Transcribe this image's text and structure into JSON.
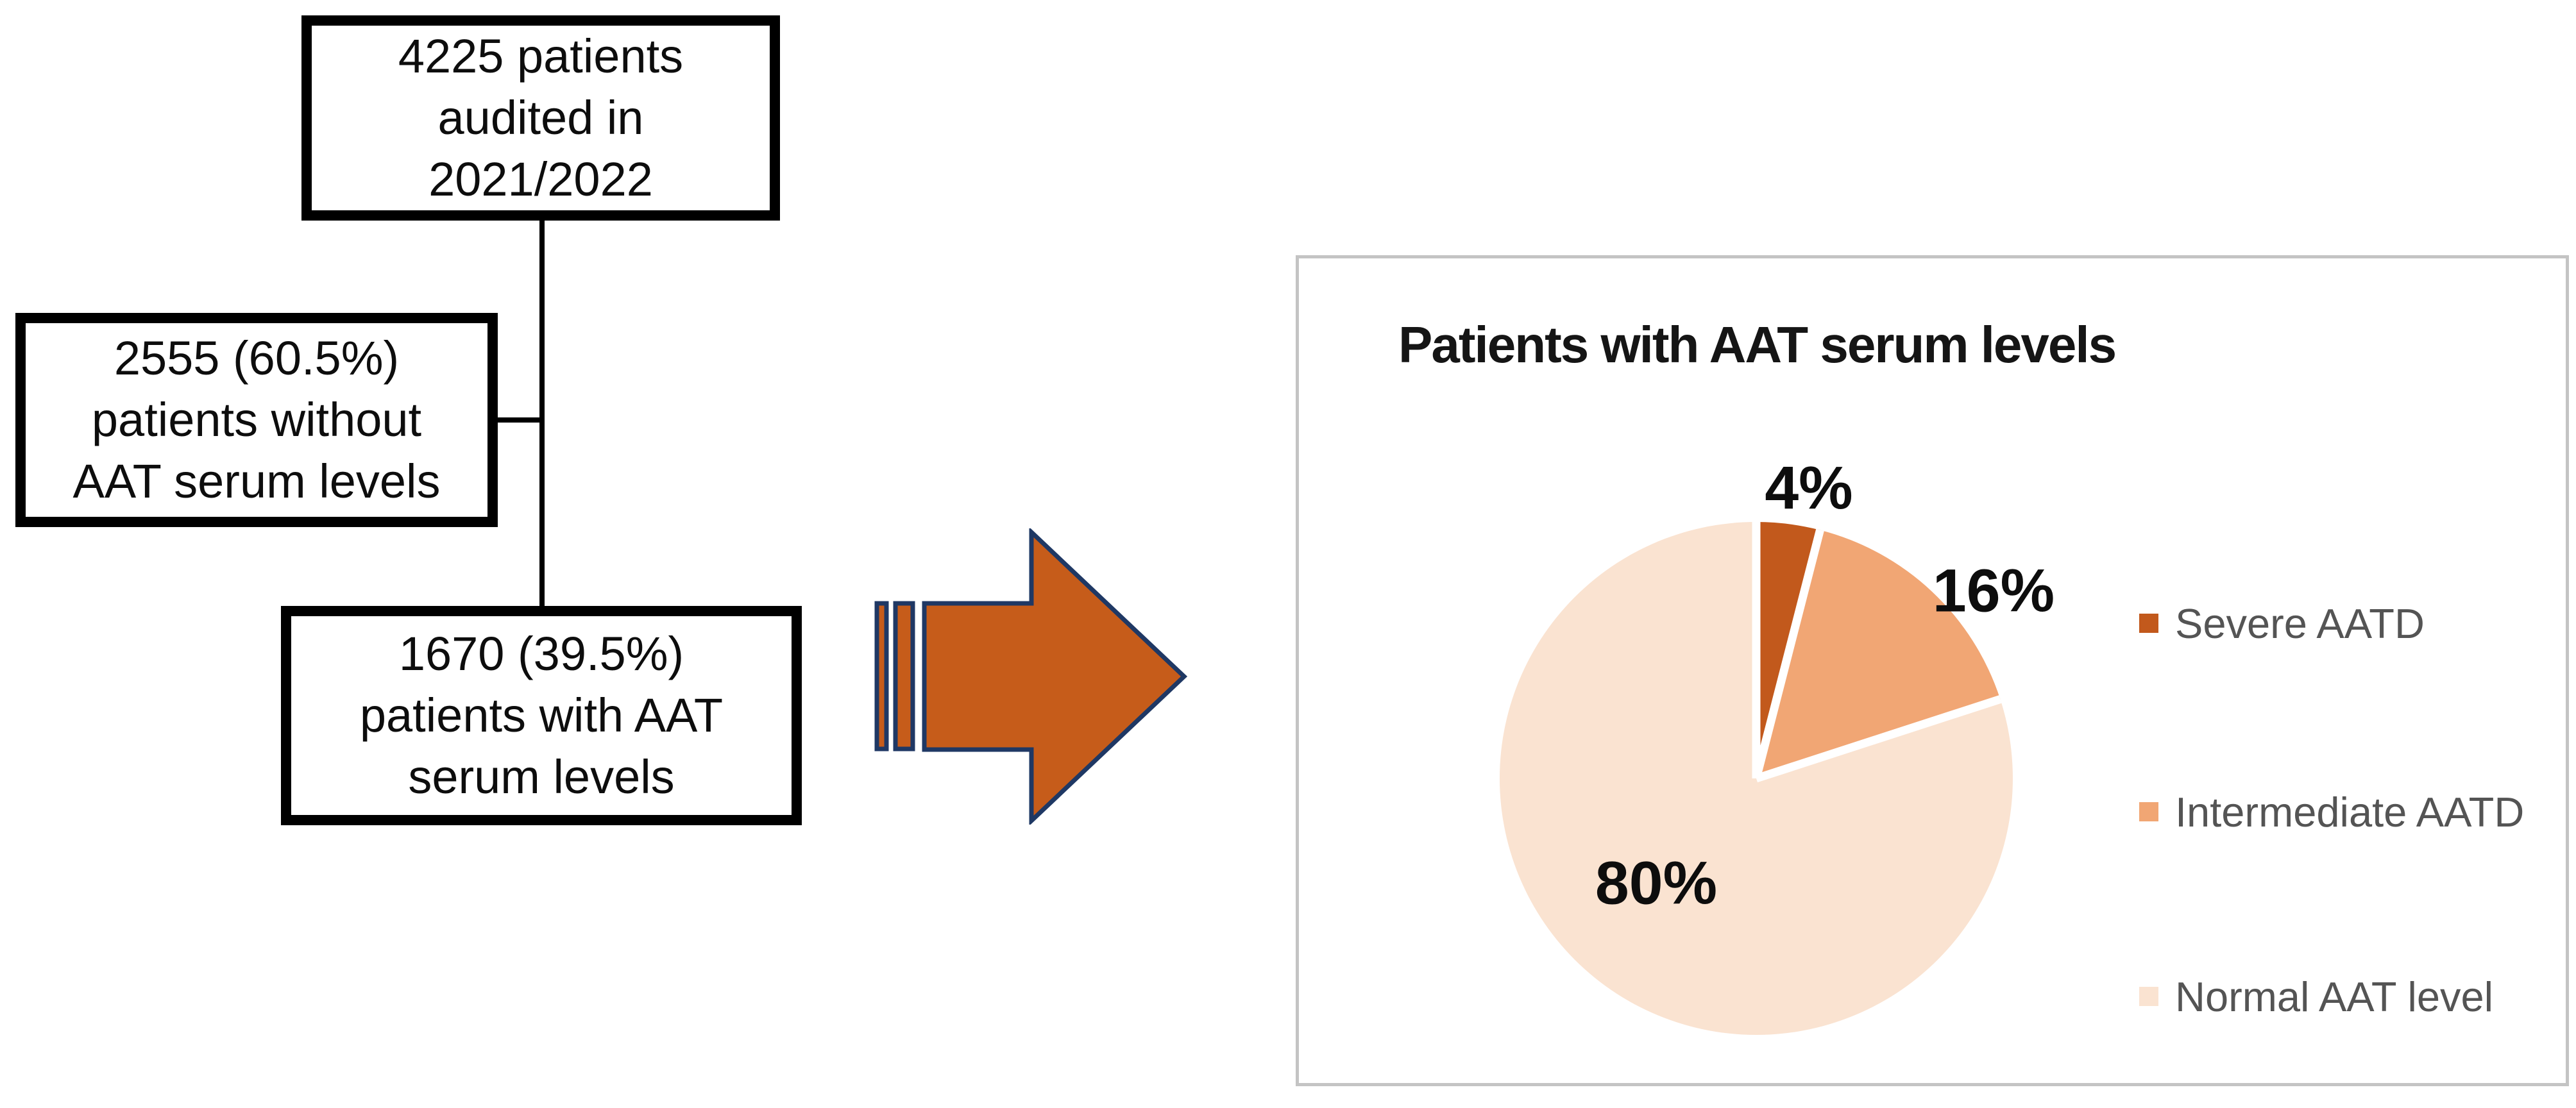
{
  "flowchart": {
    "box_audited": {
      "line1": "4225 patients",
      "line2": "audited in",
      "line3": "2021/2022"
    },
    "box_without": {
      "line1": "2555 (60.5%)",
      "line2": "patients without",
      "line3": "AAT serum levels"
    },
    "box_with": {
      "line1": "1670 (39.5%)",
      "line2": "patients with AAT",
      "line3": "serum levels"
    }
  },
  "flowchart_style": {
    "box_border_color": "#000000",
    "text_color": "#0D0D0D",
    "connector_color": "#000000",
    "background": "#FFFFFF"
  },
  "arrow": {
    "fill": "#C65C1A",
    "outline": "#1F3864"
  },
  "panel": {
    "border_color": "#C4C4C4",
    "background": "#FFFFFF"
  },
  "chart_data": {
    "type": "pie",
    "title": "Patients with AAT serum levels",
    "slices": [
      {
        "label": "Severe AATD",
        "value": 4,
        "display": "4%",
        "color": "#C2591C"
      },
      {
        "label": "Intermediate AATD",
        "value": 16,
        "display": "16%",
        "color": "#F1A674"
      },
      {
        "label": "Normal AAT level",
        "value": 80,
        "display": "80%",
        "color": "#FAE3D1"
      }
    ],
    "start_angle_deg": 0,
    "direction": "clockwise",
    "separator_color": "#FFFFFF",
    "legend_position": "right",
    "legend_text_color": "#545454",
    "label_color": "#0D0D0D",
    "title_color": "#151515"
  }
}
